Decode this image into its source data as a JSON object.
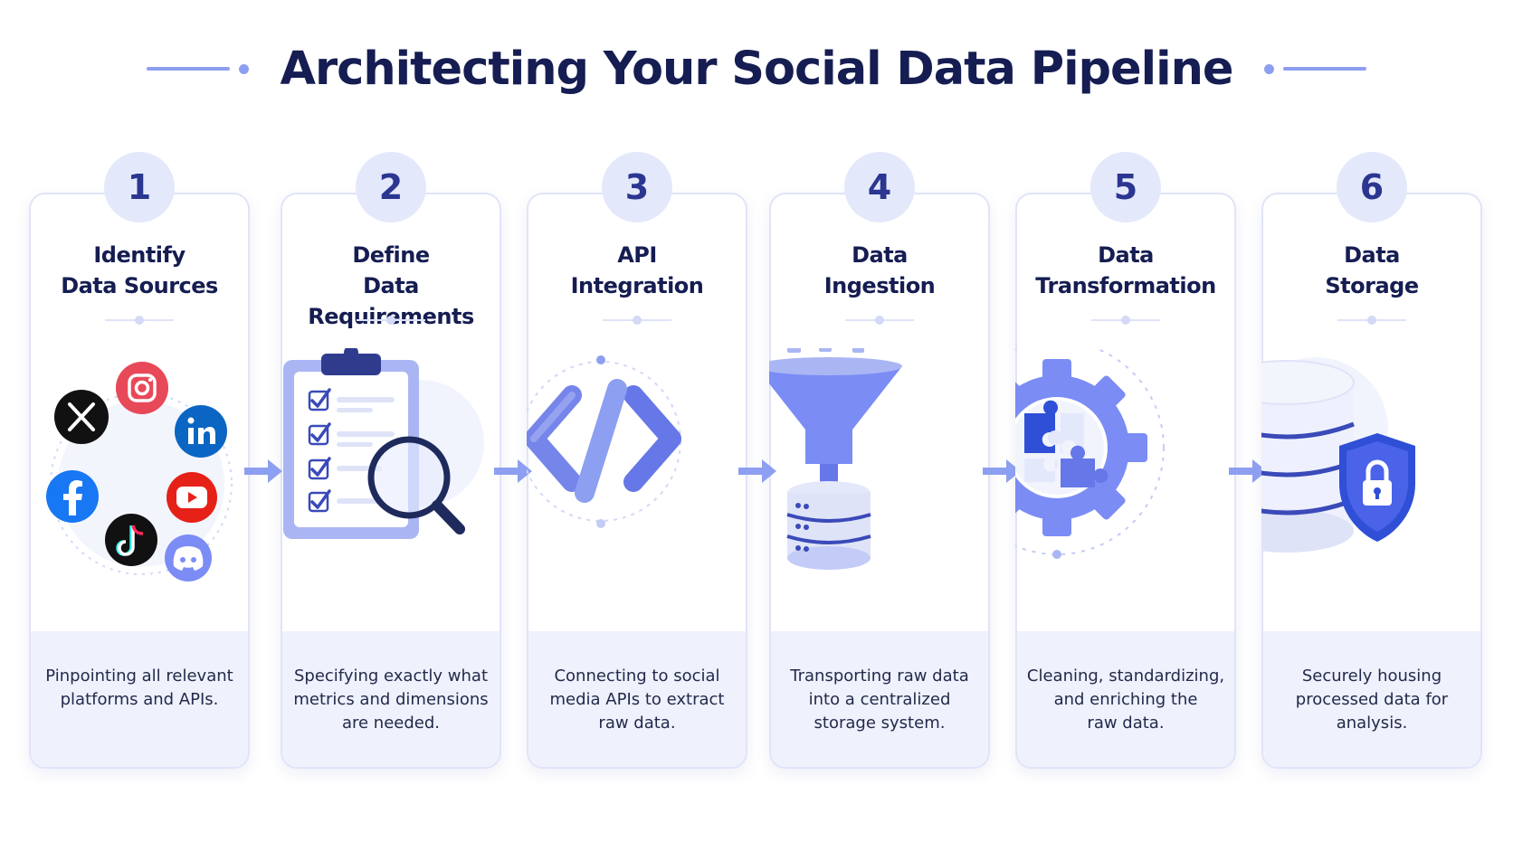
{
  "title": "Architecting Your Social Data Pipeline",
  "colors": {
    "title": "#151d52",
    "accent": "#6677e8",
    "accent_light": "#aab6f4",
    "panel": "#eff1fd",
    "badge": "#e4e8fb"
  },
  "steps": [
    {
      "number": "1",
      "title_line1": "Identify",
      "title_line2": "Data Sources",
      "description": [
        "Pinpointing all relevant",
        "platforms and APIs."
      ],
      "icon": "social-network-icons"
    },
    {
      "number": "2",
      "title_line1": "Define",
      "title_line2": "Data Requirements",
      "description": [
        "Specifying exactly what",
        "metrics and dimensions",
        "are needed."
      ],
      "icon": "clipboard-checklist-magnifier-icon"
    },
    {
      "number": "3",
      "title_line1": "API",
      "title_line2": "Integration",
      "description": [
        "Connecting to social",
        "media APIs to extract",
        "raw data."
      ],
      "icon": "code-brackets-icon"
    },
    {
      "number": "4",
      "title_line1": "Data",
      "title_line2": "Ingestion",
      "description": [
        "Transporting raw data",
        "into a centralized",
        "storage system."
      ],
      "icon": "funnel-database-icon"
    },
    {
      "number": "5",
      "title_line1": "Data",
      "title_line2": "Transformation",
      "description": [
        "Cleaning, standardizing,",
        "and enriching the",
        "raw data."
      ],
      "icon": "gear-puzzle-icon"
    },
    {
      "number": "6",
      "title_line1": "Data",
      "title_line2": "Storage",
      "description": [
        "Securely housing",
        "processed data for",
        "analysis."
      ],
      "icon": "database-shield-lock-icon"
    }
  ]
}
